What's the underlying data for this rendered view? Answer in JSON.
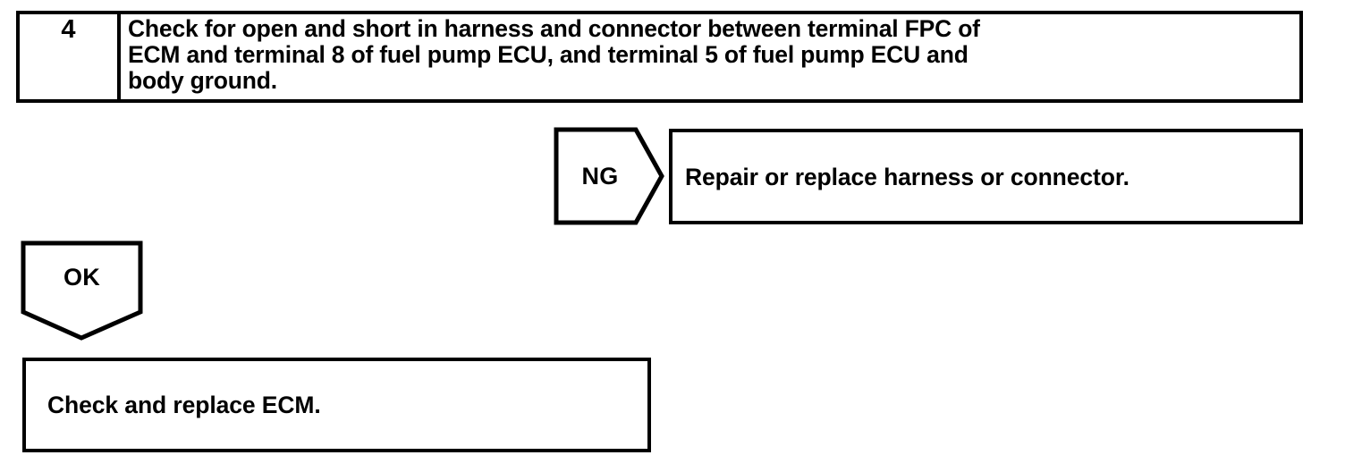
{
  "diagram": {
    "type": "troubleshooting-flowchart",
    "step": {
      "number": "4",
      "instruction": "Check for open and short in harness and connector between terminal FPC of\nECM and terminal 8 of fuel pump ECU, and terminal 5 of fuel pump ECU and\nbody ground."
    },
    "branches": {
      "ng": {
        "label": "NG",
        "outcome": "Repair or replace harness or connector."
      },
      "ok": {
        "label": "OK",
        "outcome": "Check and replace ECM."
      }
    },
    "colors": {
      "stroke": "#000000",
      "fill": "#ffffff",
      "text": "#000000"
    }
  }
}
